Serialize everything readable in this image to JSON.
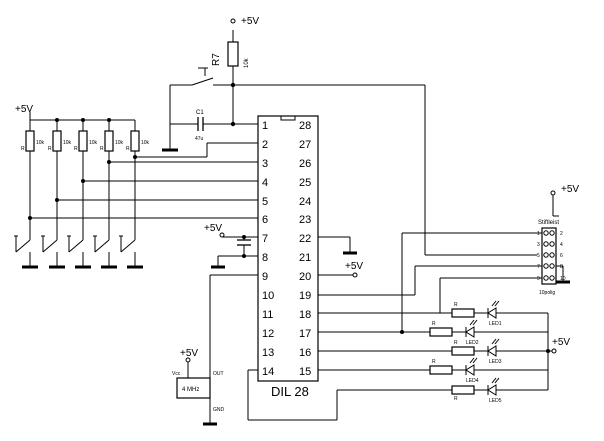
{
  "supply": {
    "vcc_label": "+5V"
  },
  "reset": {
    "resistor_name": "R7",
    "resistor_value": "10k",
    "cap_name": "C1",
    "cap_value": "47u"
  },
  "input_resistors": {
    "name": "R",
    "value": "10k"
  },
  "ic": {
    "label": "DIL 28",
    "left_pins": [
      "1",
      "2",
      "3",
      "4",
      "5",
      "6",
      "7",
      "8",
      "9",
      "10",
      "11",
      "12",
      "13",
      "14"
    ],
    "right_pins": [
      "28",
      "27",
      "26",
      "25",
      "24",
      "23",
      "22",
      "21",
      "20",
      "19",
      "18",
      "17",
      "16",
      "15"
    ]
  },
  "oscillator": {
    "label": "4 MHz",
    "vcc": "Vcc",
    "out": "OUT",
    "gnd": "GND"
  },
  "header": {
    "title": "Stiftleist",
    "subtitle": "10polig",
    "left_pins": [
      "1",
      "3",
      "5",
      "7",
      "9"
    ],
    "right_pins": [
      "2",
      "4",
      "6",
      "8",
      "10"
    ]
  },
  "leds": {
    "resistor": "R",
    "names": [
      "LED1",
      "LED2",
      "LED3",
      "LED4",
      "LED5"
    ]
  }
}
